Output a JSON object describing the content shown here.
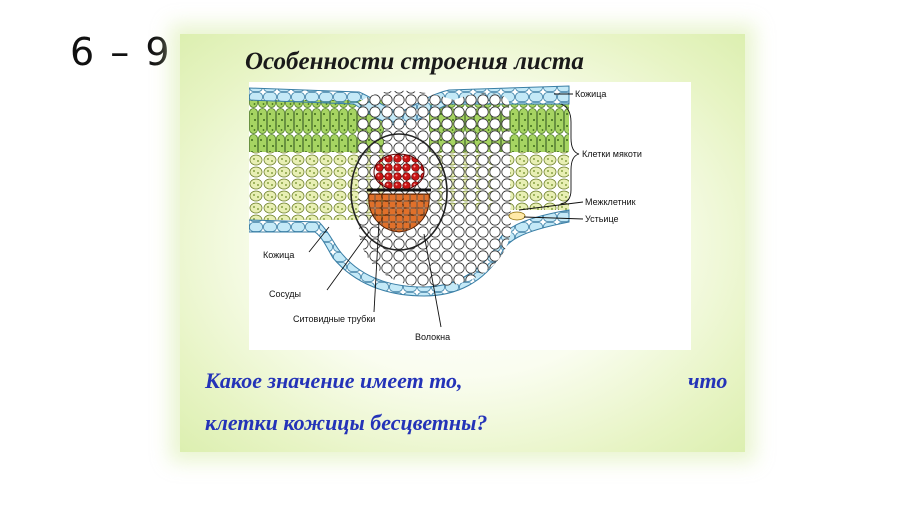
{
  "slide_number": "6 – 9",
  "title": "Особенности строения листа",
  "figure_labels": {
    "epidermis_top": "Кожица",
    "mesophyll": "Клетки мякоти",
    "intercellular": "Межклетник",
    "stoma": "Устьице",
    "epidermis_bottom": "Кожица",
    "vessels": "Сосуды",
    "sieve_tubes": "Ситовидные трубки",
    "fibers": "Волокна"
  },
  "question": {
    "line1_start": "Какое значение имеет то,",
    "line1_end": "что",
    "line2": "клетки кожицы бесцветны?"
  },
  "colors": {
    "question_text": "#2433b8",
    "epidermis": "#bfe6f5",
    "palisade": "#9fcf5a",
    "spongy": "#e6eeb0",
    "xylem": "#c81414",
    "phloem": "#d8661a"
  }
}
